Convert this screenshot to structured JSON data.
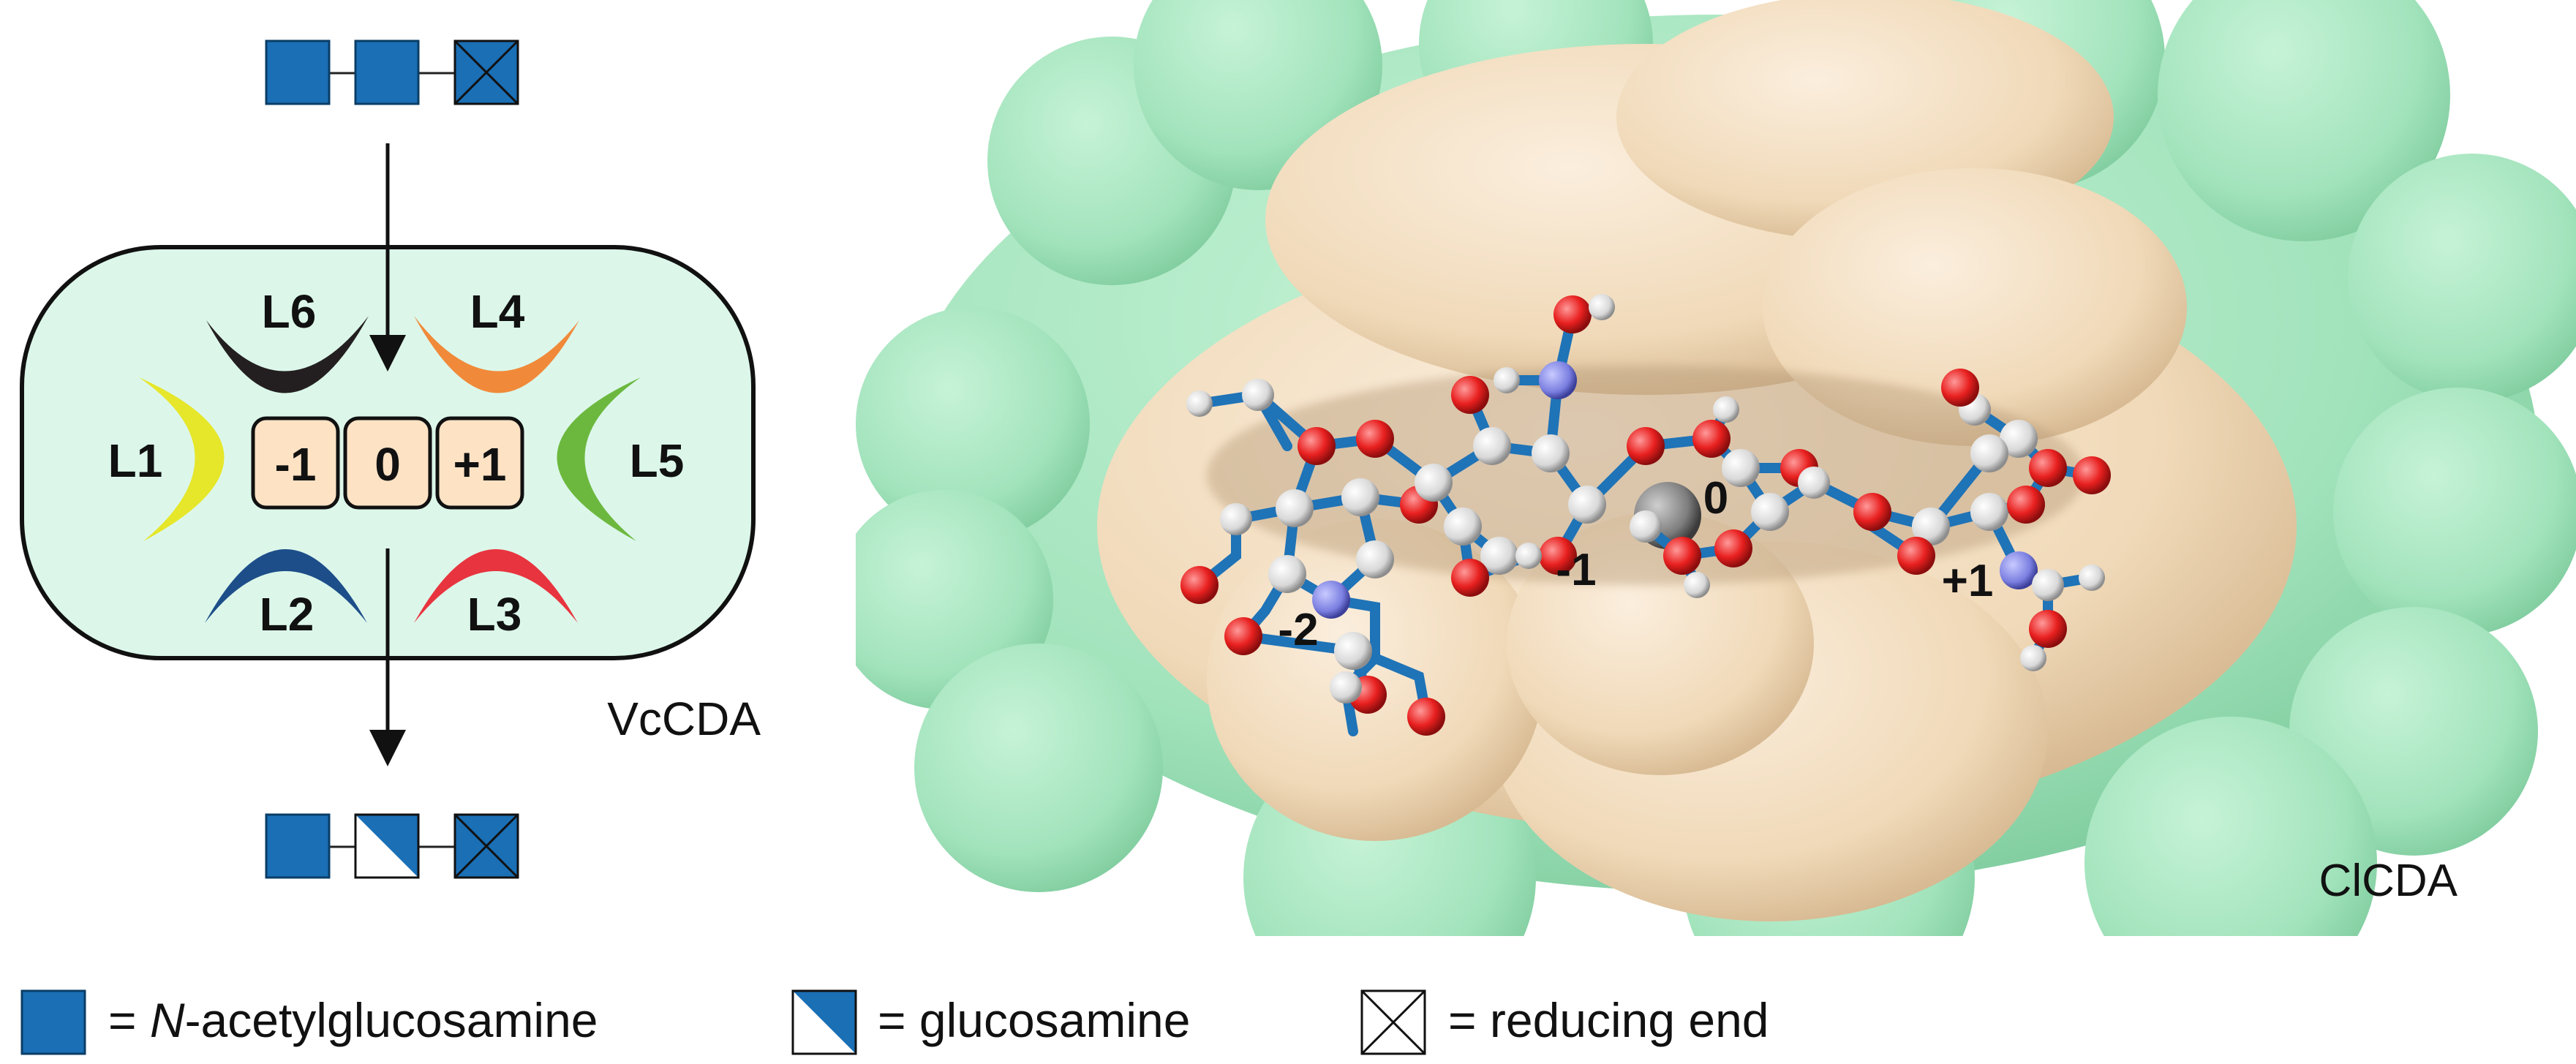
{
  "schematic": {
    "loops": [
      "L6",
      "L4",
      "L1",
      "L5",
      "L2",
      "L3"
    ],
    "subsites": [
      "-1",
      "0",
      "+1"
    ],
    "enzyme_label": "VcCDA",
    "colors": {
      "loop_L6": "#231f20",
      "loop_L4": "#f08a3a",
      "loop_L1": "#e6e62a",
      "loop_L5": "#6cb83f",
      "loop_L2": "#1d4e89",
      "loop_L3": "#e8343e",
      "pocket_fill": "#dcf7ea",
      "subsite_fill": "#fde2c4",
      "sugar_blue": "#1a6fb5"
    }
  },
  "structure": {
    "subsite_labels": [
      "-2",
      "-1",
      "0",
      "+1"
    ],
    "enzyme_label": "ClCDA",
    "colors": {
      "surface_green": "#a8e8c2",
      "surface_tan": "#f0d9b8",
      "bond_blue": "#1f73b7",
      "oxygen": "#e8201f",
      "nitrogen": "#7b7fe0",
      "carbon": "#e8e8e8"
    }
  },
  "legend": {
    "items": [
      {
        "prefix": "= ",
        "italic": "N",
        "text": "-acetylglucosamine"
      },
      {
        "prefix": "= ",
        "italic": "",
        "text": "glucosamine"
      },
      {
        "prefix": "= ",
        "italic": "",
        "text": "reducing end"
      }
    ]
  }
}
